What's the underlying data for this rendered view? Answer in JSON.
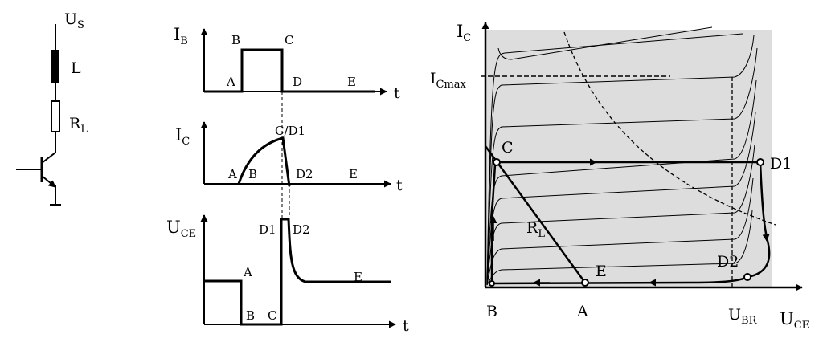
{
  "circuit": {
    "supply": {
      "main": "U",
      "sub": "S"
    },
    "inductor": "L",
    "resistor": {
      "main": "R",
      "sub": "L"
    }
  },
  "timing": {
    "ib_panel": {
      "axis": {
        "main": "I",
        "sub": "B"
      },
      "time": "t",
      "points": [
        "A",
        "B",
        "C",
        "D",
        "E"
      ]
    },
    "ic_panel": {
      "axis": {
        "main": "I",
        "sub": "C"
      },
      "time": "t",
      "points": [
        "A",
        "B",
        "C/D1",
        "D2",
        "E"
      ]
    },
    "uce_panel": {
      "axis": {
        "main": "U",
        "sub": "CE"
      },
      "time": "t",
      "points": [
        "A",
        "B",
        "C",
        "D1",
        "D2",
        "E"
      ]
    }
  },
  "characteristic": {
    "y_axis": {
      "main": "I",
      "sub": "C"
    },
    "x_axis": {
      "main": "U",
      "sub": "CE"
    },
    "icmax": {
      "main": "I",
      "sub": "Cmax"
    },
    "ubr": {
      "main": "U",
      "sub": "BR"
    },
    "load_line": {
      "main": "R",
      "sub": "L"
    },
    "points": {
      "C": "C",
      "D1": "D1",
      "D2": "D2",
      "E": "E",
      "A": "A",
      "B": "B"
    },
    "colors": {
      "safe_area": "#dddddd",
      "lines": "#000000"
    }
  }
}
